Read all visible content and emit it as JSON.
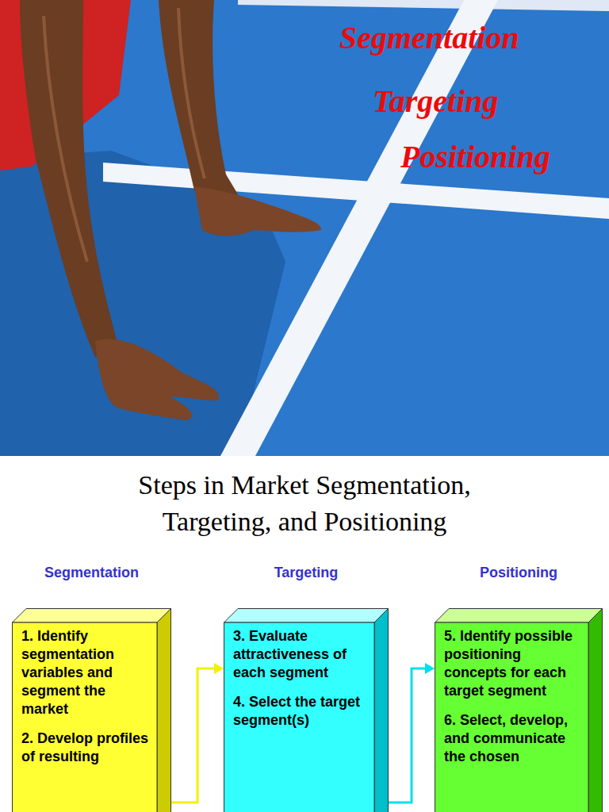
{
  "diagram": {
    "title": "Steps in Market Segmentation, Targeting, and Positioning",
    "nodes": [
      {
        "text": [
          "Segmentation",
          "1. Identify segmentation variables and segment the market",
          "2. Develop profiles of resulting"
        ]
      },
      {
        "text": [
          "Targeting",
          "3. Evaluate attractiveness of each segment",
          "4. Select the target segment(s)"
        ]
      },
      {
        "text": [
          "Positioning",
          "5. Identify possible positioning concepts for each target segment",
          "6. Select, develop, and communicate the chosen"
        ]
      }
    ],
    "edges": [
      {
        "from": 0,
        "to": 1,
        "arrow": "to"
      },
      {
        "from": 1,
        "to": 2,
        "arrow": "to"
      }
    ],
    "labels": [
      "Segmentation",
      "Targeting",
      "Positioning"
    ]
  }
}
